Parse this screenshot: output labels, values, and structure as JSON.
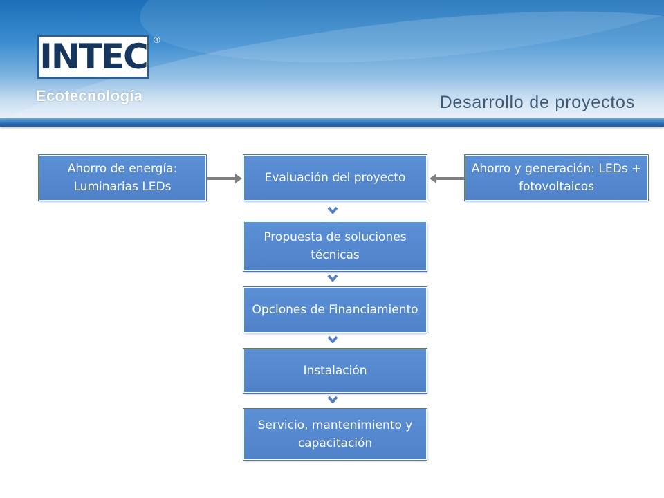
{
  "header": {
    "logo_text": "INTEC",
    "logo_registered": "®",
    "logo_subtitle": "Ecotecnología",
    "title": "Desarrollo de proyectos"
  },
  "diagram": {
    "left_box": "Ahorro de energía: Luminarias LEDs",
    "center_top": "Evaluación del proyecto",
    "right_box": "Ahorro y generación: LEDs + fotovoltaicos",
    "steps": [
      "Propuesta de soluciones técnicas",
      "Opciones de Financiamiento",
      "Instalación",
      "Servicio, mantenimiento y capacitación"
    ]
  },
  "colors": {
    "box_fill": "#4f81c9",
    "box_text": "#ffffff",
    "header_blue": "#1a6fb8",
    "title_text": "#3e5a75",
    "arrow_gray": "#7f7f7f",
    "chevron_blue": "#4f81c9"
  }
}
